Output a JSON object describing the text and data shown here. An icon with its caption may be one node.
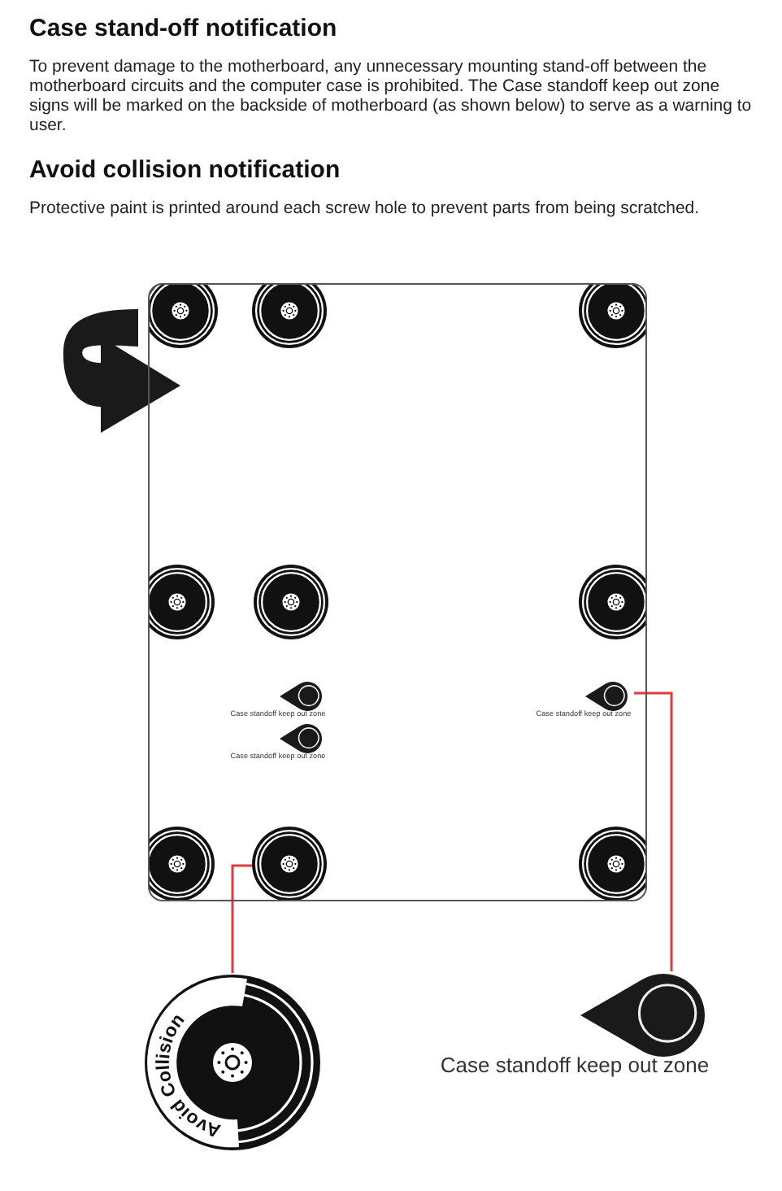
{
  "diagram": {
    "title": "Case stand-off notification",
    "nodes": [
      {
        "text": [],
        "shape": "box"
      },
      {
        "text": [],
        "shape": "circle",
        "in": 0
      },
      {
        "text": [],
        "shape": "circle",
        "in": 0
      },
      {
        "text": [],
        "shape": "circle",
        "in": 0
      },
      {
        "text": [],
        "shape": "circle",
        "in": 0
      },
      {
        "text": [],
        "shape": "circle",
        "in": 0
      },
      {
        "text": [],
        "shape": "circle",
        "in": 0
      },
      {
        "text": [
          "Case standoff keep out zone"
        ],
        "in": 0
      },
      {
        "text": [
          "Case standoff keep out zone"
        ],
        "in": 0
      },
      {
        "text": [
          "Case standoff keep out zone"
        ],
        "in": 0
      },
      {
        "text": [],
        "shape": "circle",
        "in": 0
      },
      {
        "text": [],
        "shape": "circle",
        "in": 0
      },
      {
        "text": [],
        "shape": "circle",
        "in": 0
      },
      {
        "text": [
          "Avoid Collision"
        ]
      },
      {
        "text": [
          "Case standoff keep out zone"
        ]
      }
    ],
    "edges": [
      {
        "from": 13,
        "to": 11,
        "arrow": "none"
      },
      {
        "from": 14,
        "to": 8,
        "arrow": "none"
      }
    ],
    "labels": [
      "To prevent damage to the motherboard, any unnecessary mounting stand-off between the motherboard circuits and the computer case is prohibited. The Case standoff keep out zone signs will be marked on the backside of motherboard (as shown below) to serve as a warning to user.",
      "Avoid collision notification",
      "Protective paint is printed around each screw hole to prevent parts from being scratched."
    ]
  }
}
